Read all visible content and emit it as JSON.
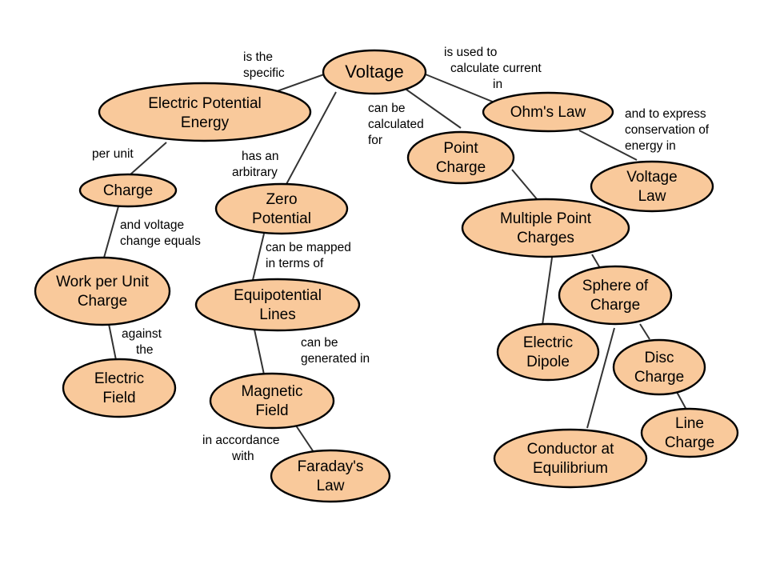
{
  "colors": {
    "node_fill": "#f9c99b",
    "node_stroke": "#000000",
    "edge": "#333333",
    "background": "#ffffff"
  },
  "nodes": {
    "voltage": [
      "Voltage"
    ],
    "electric_potential_energy": [
      "Electric Potential",
      "Energy"
    ],
    "ohms_law": [
      "Ohm's Law"
    ],
    "charge": [
      "Charge"
    ],
    "zero_potential": [
      "Zero",
      "Potential"
    ],
    "point_charge": [
      "Point",
      "Charge"
    ],
    "voltage_law": [
      "Voltage",
      "Law"
    ],
    "work_per_unit_charge": [
      "Work per Unit",
      "Charge"
    ],
    "equipotential_lines": [
      "Equipotential",
      "Lines"
    ],
    "multiple_point_charges": [
      "Multiple Point",
      "Charges"
    ],
    "sphere_of_charge": [
      "Sphere of",
      "Charge"
    ],
    "electric_field": [
      "Electric",
      "Field"
    ],
    "electric_dipole": [
      "Electric",
      "Dipole"
    ],
    "disc_charge": [
      "Disc",
      "Charge"
    ],
    "magnetic_field": [
      "Magnetic",
      "Field"
    ],
    "line_charge": [
      "Line",
      "Charge"
    ],
    "conductor_at_equilibrium": [
      "Conductor at",
      "Equilibrium"
    ],
    "faradays_law": [
      "Faraday's",
      "Law"
    ]
  },
  "edge_labels": {
    "is_the_specific": [
      "is the",
      "specific"
    ],
    "is_used_to": [
      "is used to",
      "calculate current",
      "in"
    ],
    "can_be_calculated_for": [
      "can be",
      "calculated",
      "for"
    ],
    "has_an_arbitrary": [
      "has an",
      "arbitrary"
    ],
    "and_to_express": [
      "and to express",
      "conservation of",
      "energy in"
    ],
    "per_unit": [
      "per unit"
    ],
    "and_voltage_change": [
      "and voltage",
      "change equals"
    ],
    "can_be_mapped": [
      "can be mapped",
      "in terms of"
    ],
    "against_the": [
      "against",
      "the"
    ],
    "can_be_generated": [
      "can be",
      "generated in"
    ],
    "in_accordance_with": [
      "in accordance",
      "with"
    ]
  }
}
